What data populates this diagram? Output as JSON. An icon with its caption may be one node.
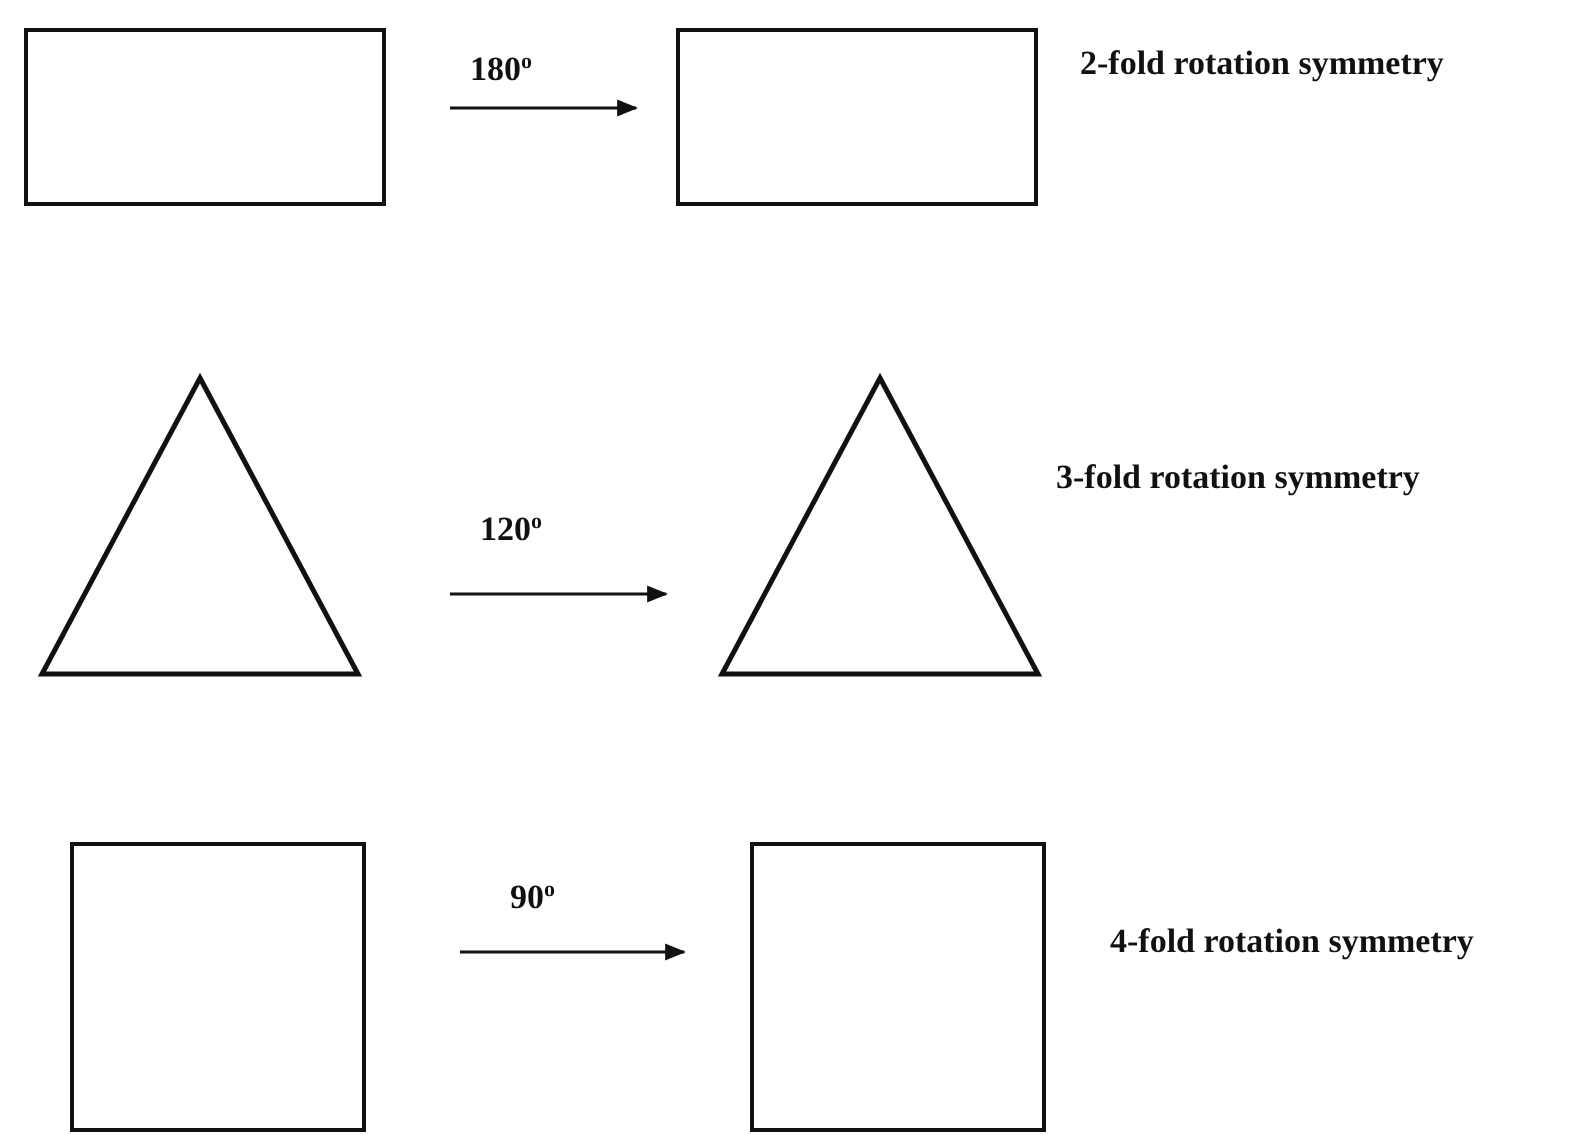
{
  "diagram": {
    "nodes": [
      {
        "text": [],
        "shape": "box"
      },
      {
        "text": [],
        "shape": "box"
      },
      {
        "text": [],
        "shape": "triangle"
      },
      {
        "text": [],
        "shape": "triangle"
      },
      {
        "text": [],
        "shape": "box"
      },
      {
        "text": [],
        "shape": "box"
      }
    ],
    "edges": [
      {
        "from": 0,
        "to": 1,
        "arrow": "to",
        "label": "180$^{o}$"
      },
      {
        "from": 2,
        "to": 3,
        "arrow": "to",
        "label": "120$^{o}$"
      },
      {
        "from": 4,
        "to": 5,
        "arrow": "to",
        "label": "90$^{o}$"
      }
    ],
    "labels": [
      "2-fold rotation symmetry",
      "3-fold rotation symmetry",
      "4-fold rotation symmetry"
    ]
  }
}
